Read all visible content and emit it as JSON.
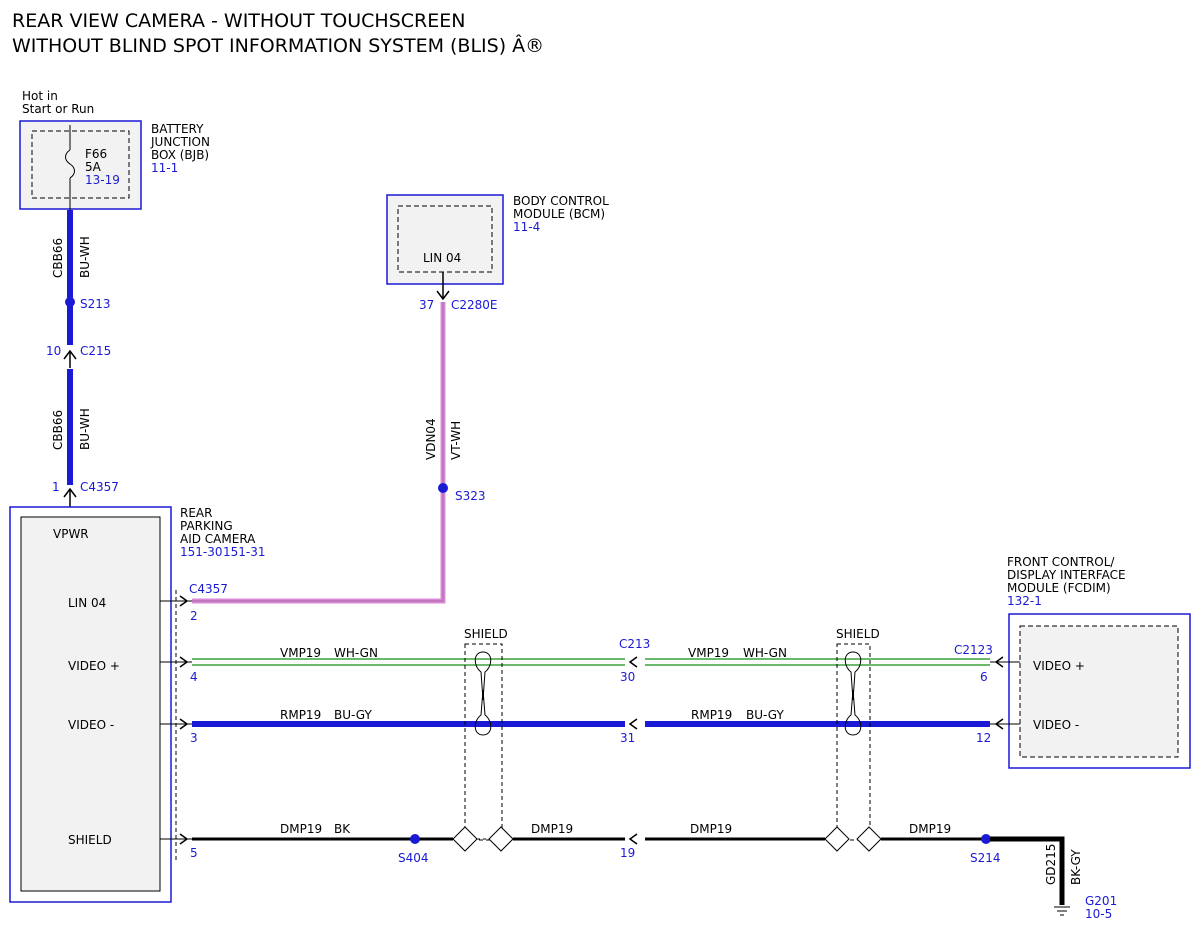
{
  "title": {
    "line1": "REAR VIEW CAMERA - WITHOUT TOUCHSCREEN",
    "line2": "WITHOUT BLIND SPOT INFORMATION SYSTEM (BLIS) Â®"
  },
  "colors": {
    "module_border": "#1a1ad6",
    "ref_text": "#1a1ad6",
    "wire_blue": "#1a1ad6",
    "wire_pink": "#d98ad6",
    "wire_green": "#3aa33a",
    "wire_black": "#000000",
    "module_fill": "#f2f2f2"
  },
  "power": {
    "line1": "Hot in",
    "line2": "Start or Run"
  },
  "bjb": {
    "fuse": "F66",
    "rating": "5A",
    "fuse_ref": "13-19",
    "name_line1": "BATTERY",
    "name_line2": "JUNCTION",
    "name_line3": "BOX (BJB)",
    "ref": "11-1"
  },
  "bcm": {
    "name_line1": "BODY CONTROL",
    "name_line2": "MODULE (BCM)",
    "ref": "11-4",
    "pin_label": "LIN 04",
    "pin": "37",
    "connector": "C2280E"
  },
  "vpwr_wire_upper": {
    "circuit": "CBB66",
    "color": "BU-WH"
  },
  "vpwr_wire_lower": {
    "circuit": "CBB66",
    "color": "BU-WH"
  },
  "splice_s213": "S213",
  "c215": {
    "pin": "10",
    "connector": "C215"
  },
  "c4357_top": {
    "pin": "1",
    "connector": "C4357"
  },
  "lin_wire": {
    "circuit": "VDN04",
    "color": "VT-WH"
  },
  "splice_s323": "S323",
  "camera": {
    "name_line1": "REAR",
    "name_line2": "PARKING",
    "name_line3": "AID CAMERA",
    "ref1": "151-30",
    "ref2": "151-31",
    "pin_vpwr": "VPWR",
    "pin_lin": "LIN 04",
    "pin_video_pos": "VIDEO +",
    "pin_video_neg": "VIDEO -",
    "pin_shield": "SHIELD",
    "connector": "C4357",
    "pin_num_lin": "2",
    "pin_num_vpos": "4",
    "pin_num_vneg": "3",
    "pin_num_shield": "5"
  },
  "fcdim": {
    "name_line1": "FRONT CONTROL/",
    "name_line2": "DISPLAY INTERFACE",
    "name_line3": "MODULE (FCDIM)",
    "ref": "132-1",
    "pin_video_pos": "VIDEO +",
    "pin_video_neg": "VIDEO -",
    "connector": "C2123",
    "pin_num_vpos": "6",
    "pin_num_vneg": "12"
  },
  "c213": {
    "connector": "C213",
    "pin_vpos": "30",
    "pin_vneg": "31",
    "pin_shield": "19"
  },
  "shield_label_1": "SHIELD",
  "shield_label_2": "SHIELD",
  "wire_vpos_left": {
    "circuit": "VMP19",
    "color": "WH-GN"
  },
  "wire_vpos_right": {
    "circuit": "VMP19",
    "color": "WH-GN"
  },
  "wire_vneg_left": {
    "circuit": "RMP19",
    "color": "BU-GY"
  },
  "wire_vneg_right": {
    "circuit": "RMP19",
    "color": "BU-GY"
  },
  "wire_drain_1": {
    "circuit": "DMP19",
    "color": "BK"
  },
  "wire_drain_2": {
    "circuit": "DMP19"
  },
  "wire_drain_3": {
    "circuit": "DMP19"
  },
  "wire_drain_4": {
    "circuit": "DMP19"
  },
  "splice_s404": "S404",
  "splice_s214": "S214",
  "ground_wire": {
    "circuit": "GD215",
    "color": "BK-GY"
  },
  "ground": {
    "name": "G201",
    "ref": "10-5"
  }
}
